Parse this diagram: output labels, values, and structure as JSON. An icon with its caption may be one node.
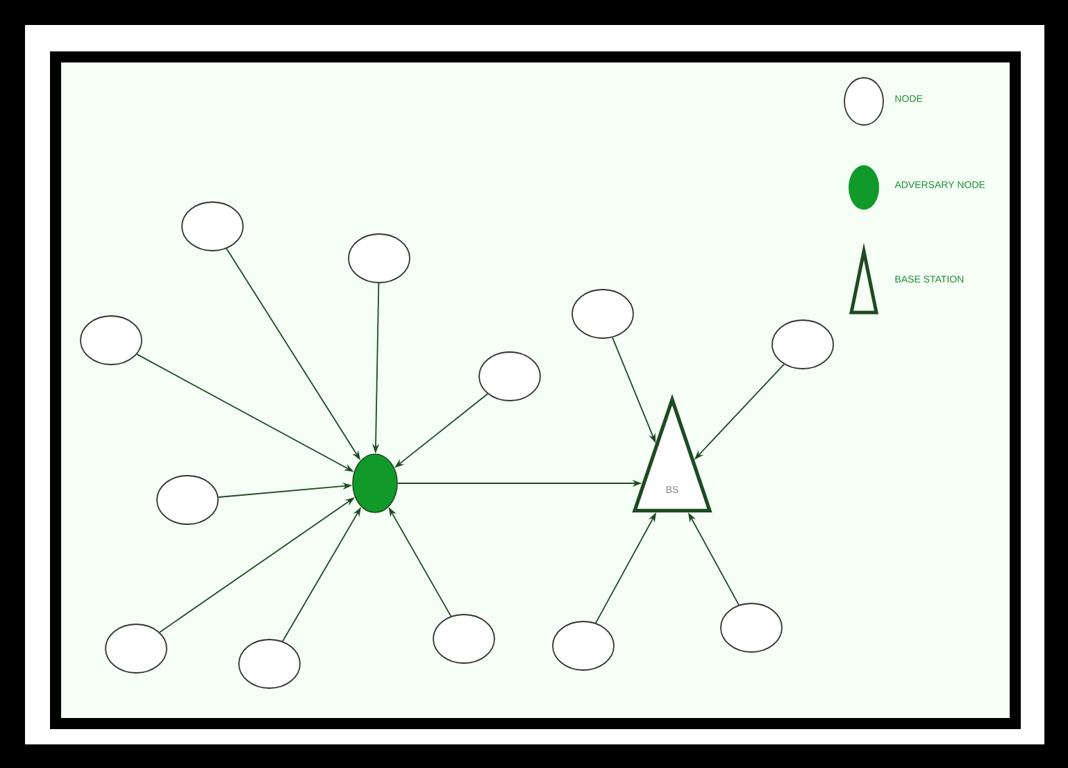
{
  "diagram": {
    "nodes": [
      {
        "text": [],
        "shape": "circle"
      },
      {
        "text": [],
        "shape": "circle"
      },
      {
        "text": [],
        "shape": "circle"
      },
      {
        "text": [],
        "shape": "circle"
      },
      {
        "text": [],
        "shape": "circle"
      },
      {
        "text": [],
        "shape": "circle"
      },
      {
        "text": [],
        "shape": "circle"
      },
      {
        "text": [
          "BS"
        ]
      },
      {
        "text": [],
        "shape": "circle"
      },
      {
        "text": [],
        "shape": "circle"
      },
      {
        "text": [],
        "shape": "circle"
      },
      {
        "text": [],
        "shape": "circle"
      },
      {
        "text": [],
        "shape": "circle"
      },
      {
        "text": [],
        "shape": "circle"
      }
    ],
    "edges": [
      {
        "from": 0,
        "to": 6,
        "arrow": "to"
      },
      {
        "from": 1,
        "to": 6,
        "arrow": "to"
      },
      {
        "from": 2,
        "to": 6,
        "arrow": "to"
      },
      {
        "from": 5,
        "to": 6,
        "arrow": "to"
      },
      {
        "from": 8,
        "to": 6,
        "arrow": "to"
      },
      {
        "from": 9,
        "to": 6,
        "arrow": "to"
      },
      {
        "from": 10,
        "to": 6,
        "arrow": "to"
      },
      {
        "from": 11,
        "to": 6,
        "arrow": "to"
      },
      {
        "from": 6,
        "to": 7,
        "arrow": "to"
      },
      {
        "from": 3,
        "to": 7,
        "arrow": "to"
      },
      {
        "from": 4,
        "to": 7,
        "arrow": "to"
      },
      {
        "from": 12,
        "to": 7,
        "arrow": "to"
      },
      {
        "from": 13,
        "to": 7,
        "arrow": "to"
      }
    ],
    "legend": [
      {
        "text": "NODE"
      },
      {
        "text": "ADVERSARY NODE",
        "color": "#119a2a"
      },
      {
        "text": "BASE STATION"
      }
    ]
  }
}
